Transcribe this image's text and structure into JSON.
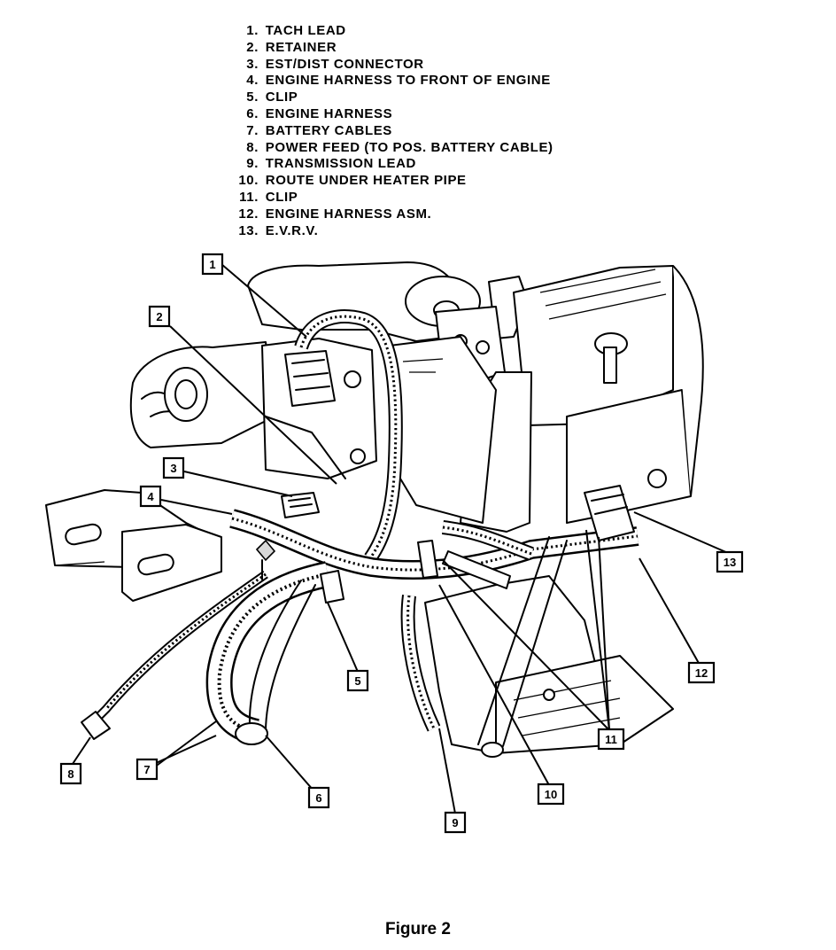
{
  "legend": [
    {
      "num": "1.",
      "label": "TACH LEAD"
    },
    {
      "num": "2.",
      "label": "RETAINER"
    },
    {
      "num": "3.",
      "label": "EST/DIST CONNECTOR"
    },
    {
      "num": "4.",
      "label": "ENGINE HARNESS TO FRONT OF ENGINE"
    },
    {
      "num": "5.",
      "label": "CLIP"
    },
    {
      "num": "6.",
      "label": "ENGINE HARNESS"
    },
    {
      "num": "7.",
      "label": "BATTERY CABLES"
    },
    {
      "num": "8.",
      "label": "POWER FEED (TO POS. BATTERY CABLE)"
    },
    {
      "num": "9.",
      "label": "TRANSMISSION LEAD"
    },
    {
      "num": "10.",
      "label": "ROUTE UNDER HEATER PIPE"
    },
    {
      "num": "11.",
      "label": "CLIP"
    },
    {
      "num": "12.",
      "label": "ENGINE HARNESS ASM."
    },
    {
      "num": "13.",
      "label": "E.V.R.V."
    }
  ],
  "callouts": [
    "1",
    "2",
    "3",
    "4",
    "5",
    "6",
    "7",
    "8",
    "9",
    "10",
    "11",
    "12",
    "13"
  ],
  "caption": "Figure 2"
}
